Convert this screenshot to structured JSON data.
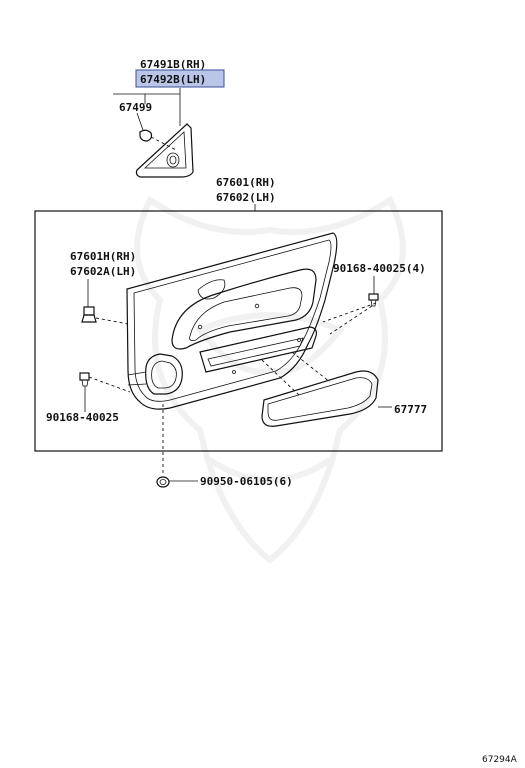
{
  "parts": {
    "mirror_cover_rh": "67491B(RH)",
    "mirror_cover_lh": "67492B(LH)",
    "mirror_clip": "67499",
    "door_panel_rh": "67601(RH)",
    "door_panel_lh": "67602(LH)",
    "trim_board_rh": "67601H(RH)",
    "trim_board_lh": "67602A(LH)",
    "clip_top": "90168-40025(4)",
    "clip_bottom": "90168-40025",
    "armrest": "67777",
    "hole_plug": "90950-06105(6)"
  },
  "diagram_code": "67294A",
  "colors": {
    "highlight_fill": "#b9c6e8",
    "highlight_border": "#3a4f9a",
    "line": "#111111"
  }
}
